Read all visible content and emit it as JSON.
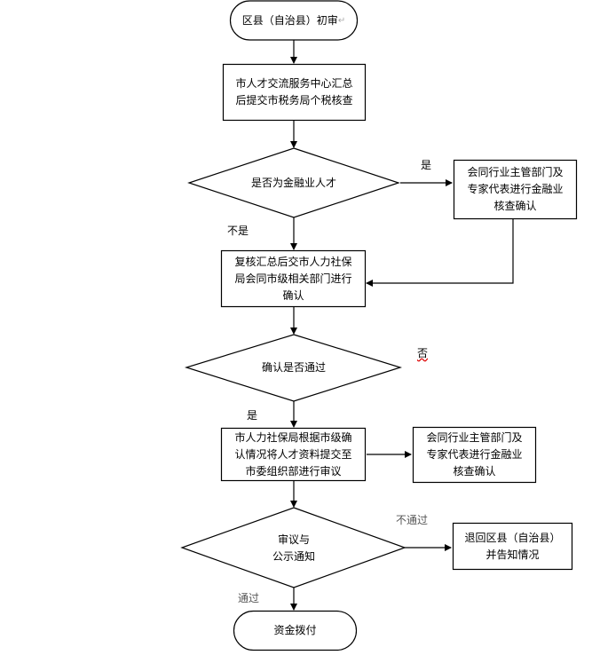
{
  "diagram": {
    "nodes": {
      "start": {
        "text": "区县（自治县）初审",
        "shape": "terminal"
      },
      "collect": {
        "text": "市人才交流服务中心汇总\n后提交市税务局个税核查",
        "shape": "process"
      },
      "decision_finance": {
        "text": "是否为金融业人才",
        "shape": "decision"
      },
      "finance_review_1": {
        "text": "会同行业主管部门及\n专家代表进行金融业\n核查确认",
        "shape": "process"
      },
      "recheck": {
        "text": "复核汇总后交市人力社保\n局会同市级相关部门进行\n确认",
        "shape": "process"
      },
      "decision_pass": {
        "text": "确认是否通过",
        "shape": "decision"
      },
      "submit_org": {
        "text": "市人力社保局根据市级确\n认情况将人才资料提交至\n市委组织部进行审议",
        "shape": "process"
      },
      "finance_review_2": {
        "text": "会同行业主管部门及\n专家代表进行金融业\n核查确认",
        "shape": "process"
      },
      "decision_publicity": {
        "text": "审议与\n公示通知",
        "shape": "decision"
      },
      "return_county": {
        "text": "退回区县（自治县）\n并告知情况",
        "shape": "process"
      },
      "end": {
        "text": "资金拨付",
        "shape": "terminal"
      }
    },
    "edge_labels": {
      "finance_yes": "是",
      "finance_no": "不是",
      "pass_no": "否",
      "pass_yes": "是",
      "publicity_fail": "不通过",
      "publicity_pass": "通过"
    },
    "paragraph_mark": "↵"
  }
}
